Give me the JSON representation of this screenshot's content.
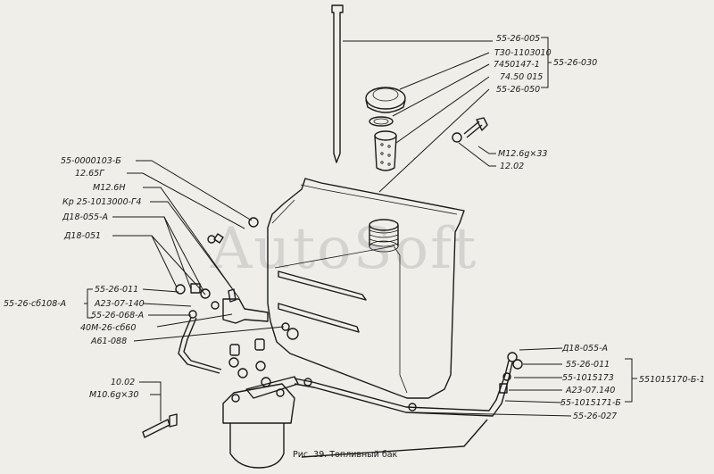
{
  "caption": "Рис. 39. Топливный бак",
  "watermark": "AutoSoft",
  "labels": {
    "l01": "55-26-005",
    "l02": "Т30-1103010",
    "l03": "7450147-1",
    "l04": "55-26-030",
    "l05": "74.50 015",
    "l06": "55-26-050",
    "l07": "М12.6g×33",
    "l08": "12.02",
    "l09": "55-0000103-Б",
    "l10": "12.65Г",
    "l11": "М12.6Н",
    "l12": "Кр 25-1013000-Г4",
    "l13": "Д18-055-А",
    "l14": "Д18-051",
    "l15": "55-26-011",
    "l16": "55-26-сб108-А",
    "l17": "А23-07-140",
    "l18": "55-26-068-А",
    "l19": "40М-26-сб60",
    "l20": "А61-088",
    "l21": "10.02",
    "l22": "М10.6g×30",
    "l23": "Д18-055-А",
    "l24": "55-26-011",
    "l25": "55-1015173",
    "l26": "551015170-Б-1",
    "l27": "А23-07.140",
    "l28": "55-1015171-Б",
    "l29": "55-26-027"
  }
}
